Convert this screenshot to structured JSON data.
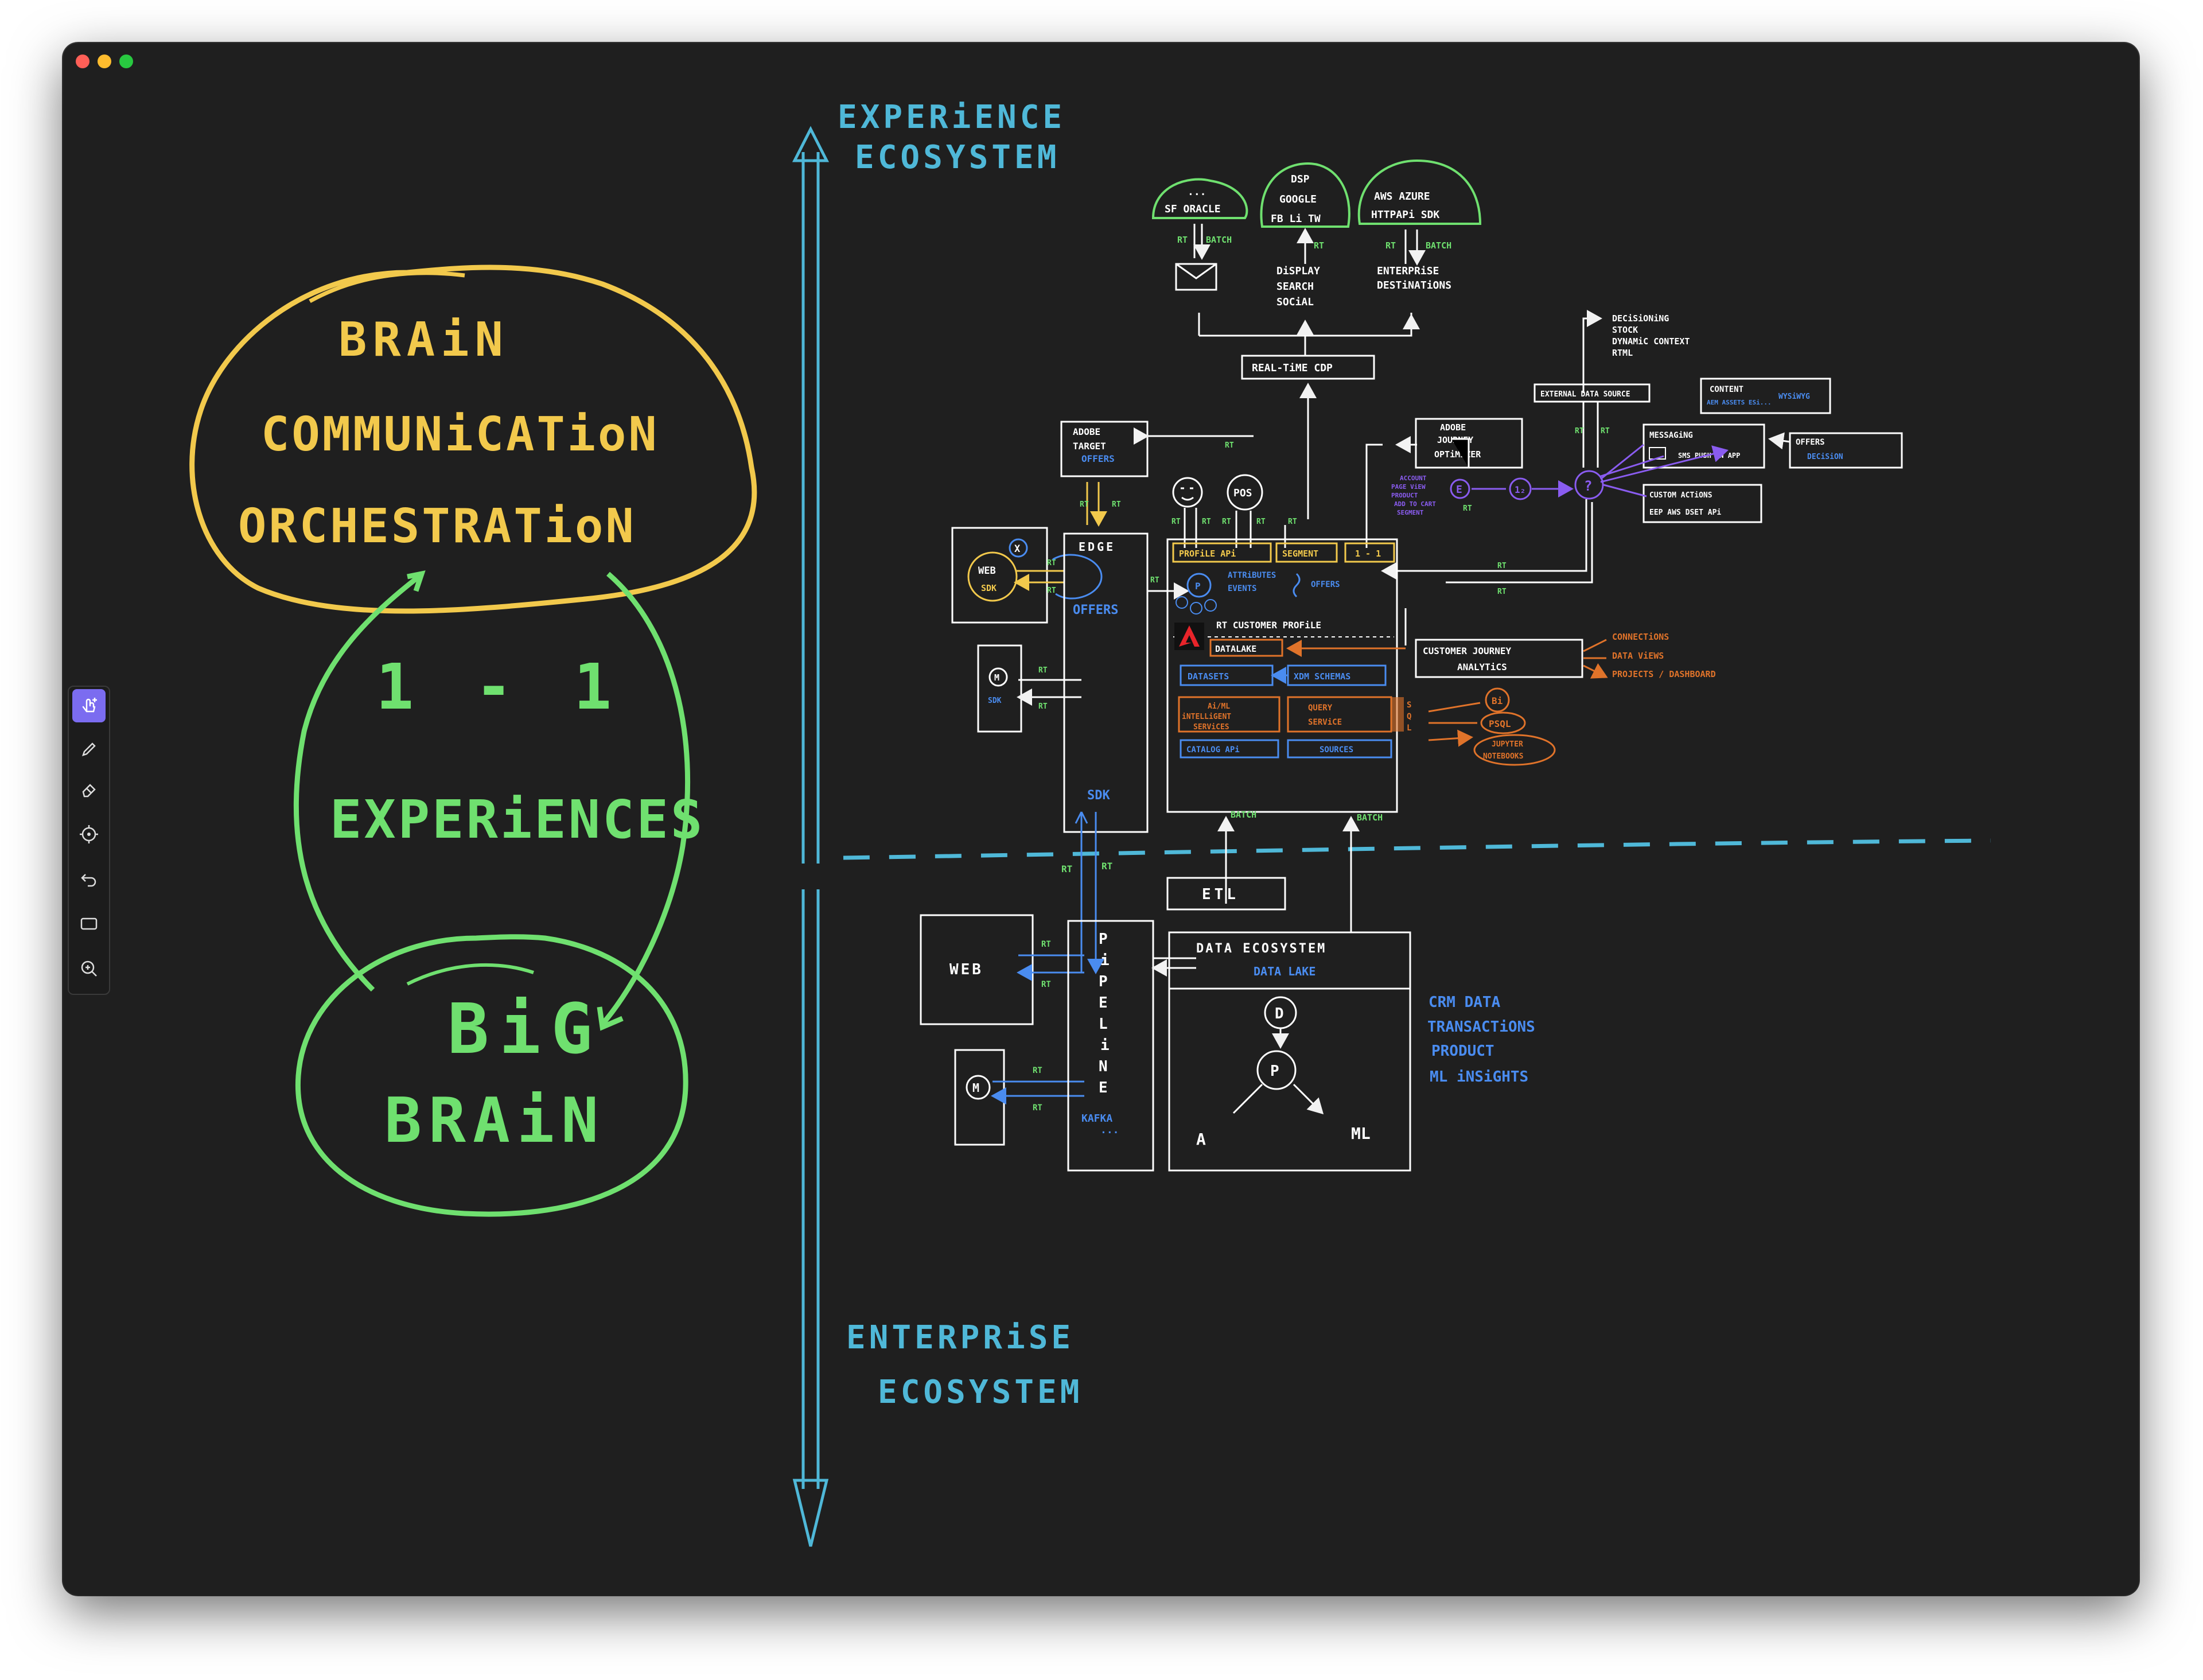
{
  "window": {
    "controls": [
      "close",
      "minimize",
      "zoom"
    ]
  },
  "toolbar": {
    "tools": [
      {
        "name": "hand-pointer-icon",
        "active": true
      },
      {
        "name": "pencil-icon",
        "active": false
      },
      {
        "name": "eraser-icon",
        "active": false
      },
      {
        "name": "laser-pointer-icon",
        "active": false
      },
      {
        "name": "undo-icon",
        "active": false
      },
      {
        "name": "rectangle-icon",
        "active": false
      },
      {
        "name": "zoom-icon",
        "active": false
      }
    ],
    "accent": "#7b6cf0"
  },
  "colors": {
    "yellow": "#f2c94c",
    "green": "#6fe06f",
    "cyan": "#4fb8d8",
    "white": "#f2f2f2",
    "blue": "#4a8cf0",
    "orange": "#e0732a",
    "purple": "#8a5cf0"
  },
  "left": {
    "brain_lines": [
      "BRAiN",
      "COMMUNiCATioN",
      "ORCHESTRATioN"
    ],
    "one_to_one": "1 - 1",
    "experiences": "EXPERiENCES",
    "big_brain": [
      "BiG",
      "BRAiN"
    ]
  },
  "axis": {
    "top_label": [
      "EXPERiENCE",
      "ECOSYSTEM"
    ],
    "bottom_label": [
      "ENTERPRiSE",
      "ECOSYSTEM"
    ]
  },
  "top": {
    "cloud1": [
      "...",
      "SF ORACLE"
    ],
    "cloud2": [
      "DSP",
      "GOOGLE",
      "FB Li TW"
    ],
    "cloud3": [
      "AWS AZURE",
      "HTTPAPi SDK"
    ],
    "rt": "RT",
    "batch": "BATCH",
    "display_lines": [
      "DiSPLAY",
      "SEARCH",
      "SOCiAL"
    ],
    "enterprise_dest": [
      "ENTERPRiSE",
      "DESTiNATiONS"
    ],
    "rtcdp": "REAL-TiME CDP"
  },
  "right_top": {
    "decisioning_lines": [
      "DECiSiONiNG",
      "STOCK",
      "DYNAMiC CONTEXT",
      "RTML"
    ],
    "external_source": "EXTERNAL DATA SOURCE",
    "content_label": "CONTENT",
    "content_sub": "AEM ASSETS ESi...",
    "wysiwyg": "WYSiWYG",
    "messaging": "MESSAGiNG",
    "messaging_channels": "SMS PUSH iN APP",
    "offers": "OFFERS",
    "decision": "DECiSiON",
    "custom_actions": "CUSTOM ACTiONS",
    "custom_actions_list": "EEP AWS DSET APi",
    "ajo": [
      "ADOBE",
      "JOURNEY",
      "OPTiMiZER"
    ],
    "ajo_events": [
      "ACCOUNT",
      "PAGE ViEW",
      "PRODUCT",
      "ADD TO CART",
      "SEGMENT"
    ]
  },
  "middle": {
    "target": [
      "ADOBE",
      "TARGET"
    ],
    "target_offers": "OFFERS",
    "edge": "EDGE",
    "web": "WEB",
    "sdk": "SDK",
    "x": "X",
    "offers": "OFFERS",
    "m": "M",
    "sdk_bottom": "SDK",
    "pos": "POS",
    "profile_api": "PROFiLE APi",
    "segment": "SEGMENT",
    "one_one": "1 - 1",
    "p": "P",
    "attributes_events": [
      "ATTRiBUTES",
      "EVENTS"
    ],
    "rt_customer_profile": "RT CUSTOMER PROFiLE",
    "datalake": "DATALAKE",
    "datasets": "DATASETS",
    "xdm": "XDM SCHEMAS",
    "aiml": [
      "Ai/ML",
      "iNTELLiGENT",
      "SERViCES"
    ],
    "query": [
      "QUERY",
      "SERViCE"
    ],
    "catalog": "CATALOG APi",
    "sources": "SOURCES",
    "sql": [
      "S",
      "Q",
      "L"
    ],
    "bi": "Bi",
    "psql": "PSQL",
    "jupyter": [
      "JUPYTER",
      "NOTEBOOKS"
    ],
    "cja": [
      "CUSTOMER JOURNEY",
      "ANALYTiCS"
    ],
    "cja_outputs": [
      "CONNECTiONS",
      "DATA ViEWS",
      "PROJECTS / DASHBOARD"
    ]
  },
  "bottom": {
    "etl": "ETL",
    "batch": "BATCH",
    "web": "WEB",
    "m": "M",
    "pipeline_letters": [
      "P",
      "i",
      "P",
      "E",
      "L",
      "i",
      "N",
      "E"
    ],
    "kafka": "KAFKA",
    "ellipsis": "...",
    "data_ecosystem": "DATA ECOSYSTEM",
    "data_lake": "DATA LAKE",
    "d": "D",
    "p": "P",
    "a": "A",
    "ml": "ML",
    "crm_lines": [
      "CRM DATA",
      "TRANSACTiONS",
      "PRODUCT",
      "ML iNSiGHTS"
    ]
  }
}
